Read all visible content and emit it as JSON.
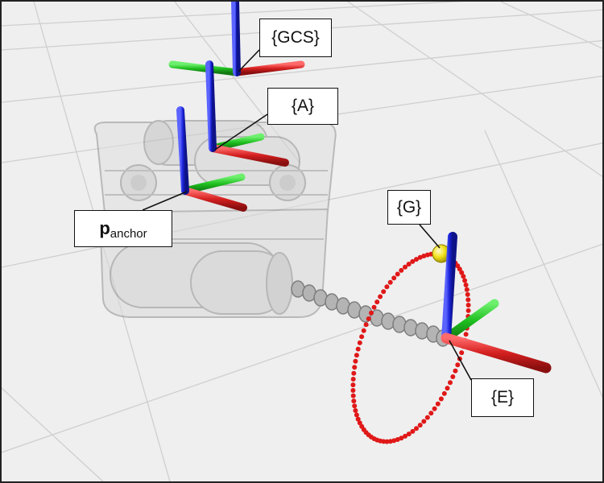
{
  "labels": {
    "gcs": "{GCS}",
    "a": "{A}",
    "anchor_main": "p",
    "anchor_sub": "anchor",
    "g": "{G}",
    "e": "{E}"
  },
  "colors": {
    "background": "#efefef",
    "grid": "#cfcfcf",
    "axis_x": "#d41f1f",
    "axis_y": "#1fbf1f",
    "axis_z": "#1a22d8",
    "ring": "#e01818",
    "target_sphere": "#f2e21a",
    "vehicle": "#9a9a9a",
    "tether": "#a7a7a7"
  }
}
